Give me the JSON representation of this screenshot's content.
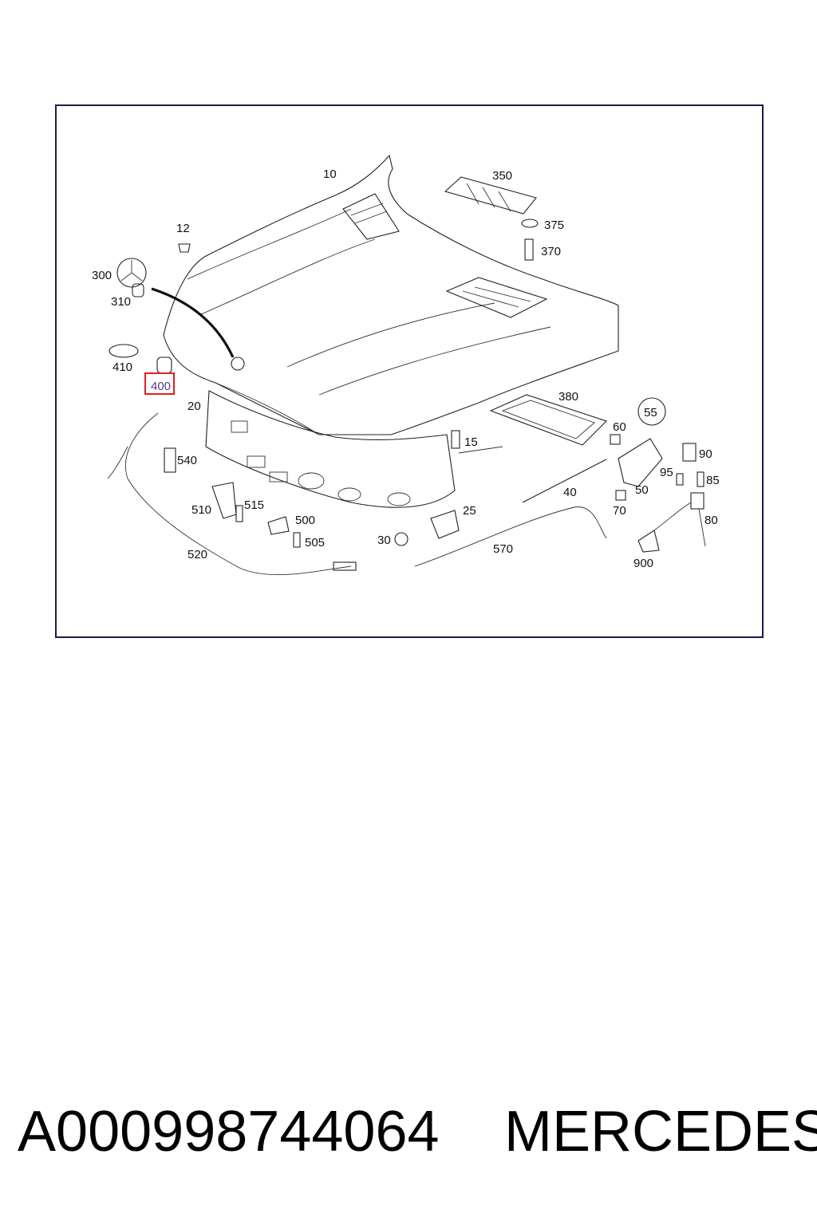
{
  "diagram": {
    "callouts": {
      "c10": "10",
      "c12": "12",
      "c300": "300",
      "c310": "310",
      "c350": "350",
      "c375": "375",
      "c370": "370",
      "c410": "410",
      "c400": "400",
      "c20": "20",
      "c380": "380",
      "c55": "55",
      "c15": "15",
      "c60": "60",
      "c90": "90",
      "c540": "540",
      "c95": "95",
      "c85": "85",
      "c40": "40",
      "c50": "50",
      "c510": "510",
      "c515": "515",
      "c25": "25",
      "c70": "70",
      "c500": "500",
      "c80": "80",
      "c30": "30",
      "c505": "505",
      "c570": "570",
      "c520": "520",
      "c900": "900"
    },
    "highlighted_callout": "400",
    "highlight_color": "#e02020"
  },
  "footer": {
    "part_number": "A000998744064",
    "brand": "MERCEDES"
  }
}
